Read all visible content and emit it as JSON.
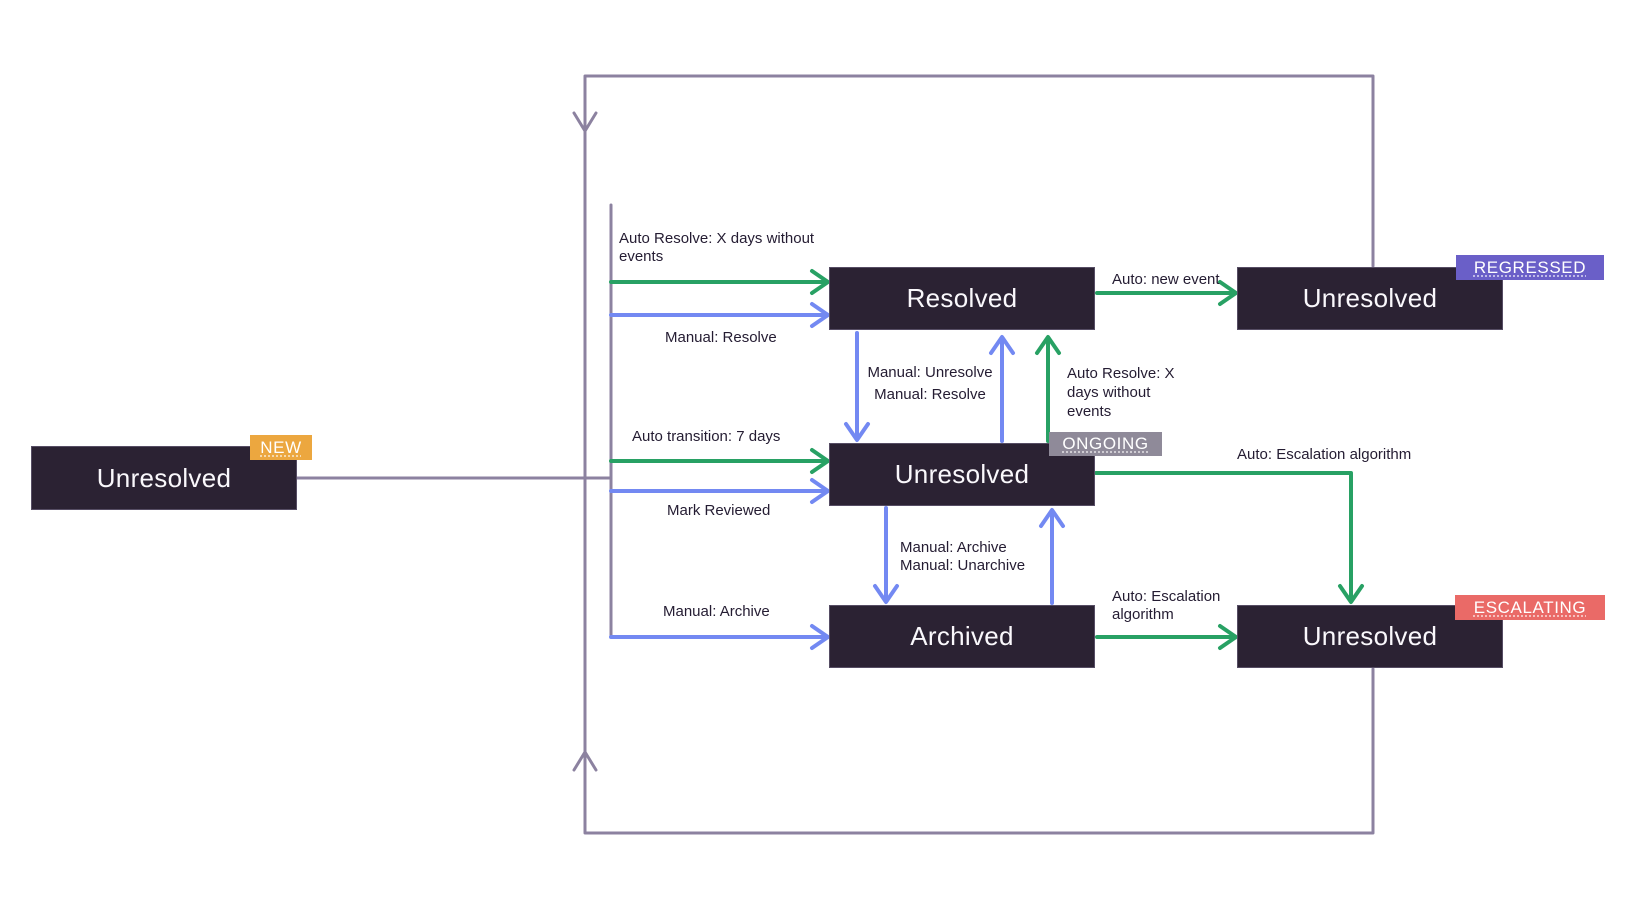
{
  "colors": {
    "background": "#FFFFFF",
    "state_box": "#2B2233",
    "state_text": "#FAF8FC",
    "auto_transition_green": "#28A164",
    "manual_transition_blue": "#7389F2",
    "loop_line_purple": "#8C82A0",
    "label_text": "#241C32",
    "badge_new": "#ECA73F",
    "badge_regressed": "#6A5FC8",
    "badge_ongoing": "#8F8A99",
    "badge_escalating": "#EA6A67",
    "badge_text": "#FFFFFF"
  },
  "nodes": {
    "new": {
      "label": "Unresolved",
      "badge": "NEW"
    },
    "resolved": {
      "label": "Resolved"
    },
    "ongoing": {
      "label": "Unresolved",
      "badge": "ONGOING"
    },
    "archived": {
      "label": "Archived"
    },
    "regressed": {
      "label": "Unresolved",
      "badge": "REGRESSED"
    },
    "escalating": {
      "label": "Unresolved",
      "badge": "ESCALATING"
    }
  },
  "transitions": {
    "auto_resolve_to_resolved": {
      "label": "Auto Resolve: X days without events",
      "kind": "auto"
    },
    "manual_resolve_to_resolved": {
      "label": "Manual: Resolve",
      "kind": "manual"
    },
    "auto_new_event": {
      "label": "Auto: new event",
      "kind": "auto"
    },
    "manual_unresolve": {
      "label": "Manual: Unresolve",
      "kind": "manual"
    },
    "manual_resolve_from_ongoing": {
      "label": "Manual: Resolve",
      "kind": "manual"
    },
    "auto_resolve_from_ongoing": {
      "label": "Auto Resolve: X days without events",
      "kind": "auto"
    },
    "auto_transition_7_days": {
      "label": "Auto transition: 7 days",
      "kind": "auto"
    },
    "mark_reviewed": {
      "label": "Mark Reviewed",
      "kind": "manual"
    },
    "auto_escalation_from_ongoing": {
      "label": "Auto: Escalation algorithm",
      "kind": "auto"
    },
    "manual_archive_from_ongoing": {
      "label": "Manual: Archive",
      "kind": "manual"
    },
    "manual_unarchive": {
      "label": "Manual: Unarchive",
      "kind": "manual"
    },
    "manual_archive_to_archived": {
      "label": "Manual: Archive",
      "kind": "manual"
    },
    "auto_escalation_from_archived": {
      "label": "Auto: Escalation algorithm",
      "kind": "auto"
    }
  }
}
